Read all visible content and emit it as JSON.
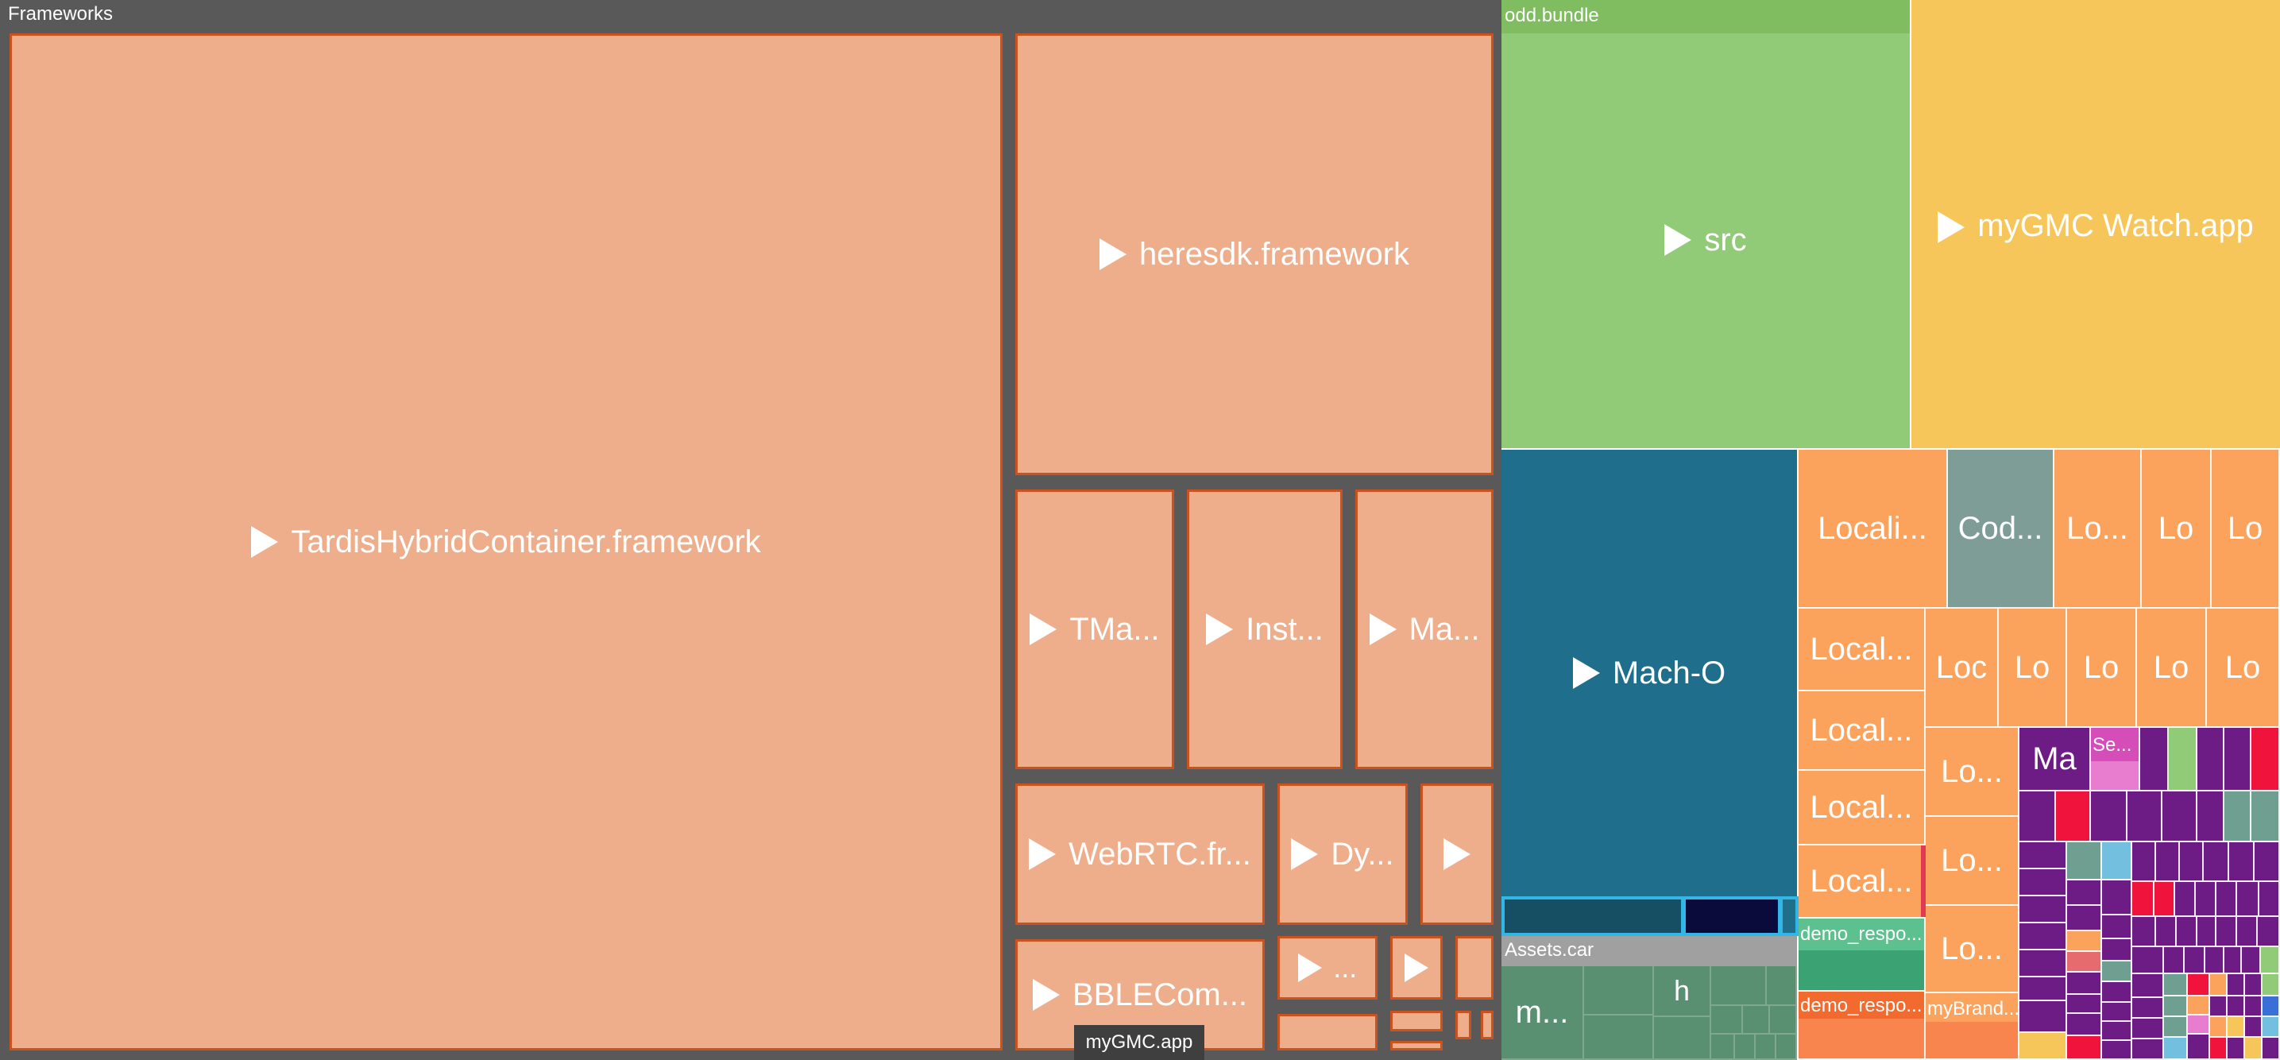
{
  "frameworks": {
    "title": "Frameworks",
    "color": "#EEAE8B",
    "border_color": "#C9531E",
    "items": [
      {
        "label": "TardisHybridContainer.framework"
      },
      {
        "label": "heresdk.framework"
      },
      {
        "label": "TMa..."
      },
      {
        "label": "Inst..."
      },
      {
        "label": "Ma..."
      },
      {
        "label": "WebRTC.fr..."
      },
      {
        "label": "Dy..."
      },
      {
        "label": ""
      },
      {
        "label": "BBLECom..."
      },
      {
        "label": "..."
      },
      {
        "label": ""
      }
    ]
  },
  "odd_bundle": {
    "title": "odd.bundle",
    "src": "src",
    "watch": "myGMC Watch.app"
  },
  "mach_o": {
    "label": "Mach-O"
  },
  "localization": {
    "row1": [
      "Locali...",
      "Cod...",
      "Lo...",
      "Lo",
      "Lo"
    ],
    "left_col": [
      "Local...",
      "Local...",
      "Local...",
      "Local..."
    ],
    "row2": [
      "Loc",
      "Lo",
      "Lo",
      "Lo",
      "Lo"
    ],
    "mid_col": [
      "Lo...",
      "Lo...",
      "Lo..."
    ]
  },
  "misc": {
    "ma": "Ma",
    "se": "Se...",
    "demo1": "demo_respo...",
    "demo2": "demo_respo...",
    "mybrand": "myBrand..."
  },
  "assets": {
    "title": "Assets.car",
    "m": "m...",
    "h": "h"
  },
  "tooltip": "myGMC.app"
}
